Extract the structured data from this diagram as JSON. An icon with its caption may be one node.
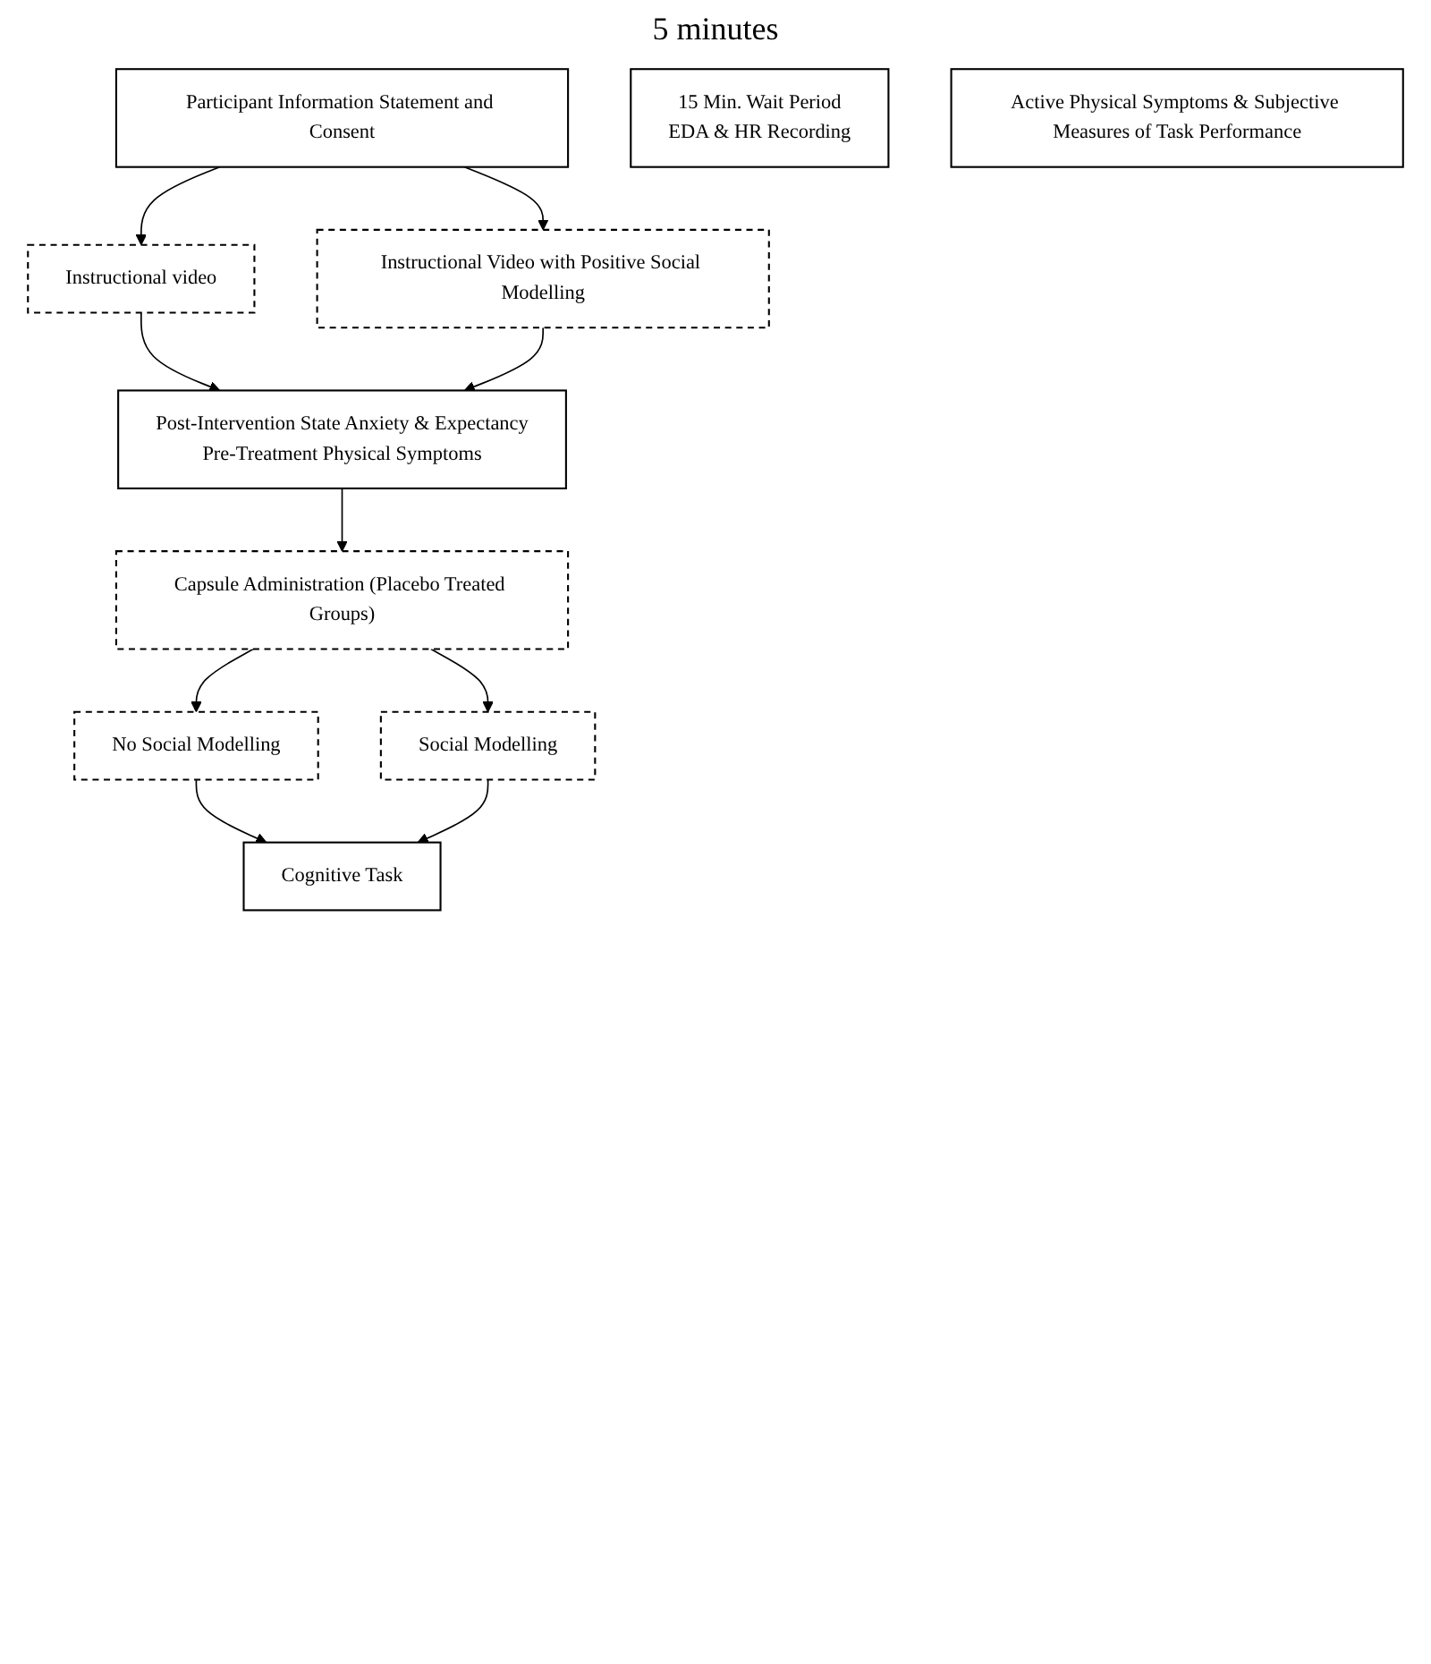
{
  "diagram": {
    "nodes": [
      {
        "text": [
          "Participant Information Statement and Consent"
        ]
      },
      {
        "text": [
          "Instructional video"
        ]
      },
      {
        "text": [
          "Instructional Video with Positive Social Modelling"
        ]
      },
      {
        "text": [
          "Post-Intervention State Anxiety & Expectancy",
          "Pre-Treatment Physical Symptoms"
        ]
      },
      {
        "text": [
          "Capsule Administration (Placebo Treated Groups)"
        ]
      },
      {
        "text": [
          "No Social Modelling"
        ]
      },
      {
        "text": [
          "Social Modelling"
        ]
      },
      {
        "text": [
          "15 Min. Wait Period",
          "EDA & HR Recording"
        ]
      },
      {
        "text": [
          "Cognitive Task"
        ]
      },
      {
        "text": [
          "Active Physical Symptoms & Subjective Measures of Task Performance"
        ]
      }
    ],
    "edges": [
      {
        "from": 0,
        "to": 1,
        "arrow": "to"
      },
      {
        "from": 0,
        "to": 2,
        "arrow": "to"
      },
      {
        "from": 1,
        "to": 3,
        "arrow": "to"
      },
      {
        "from": 2,
        "to": 3,
        "arrow": "to"
      },
      {
        "from": 3,
        "to": 4,
        "arrow": "to"
      },
      {
        "from": 4,
        "to": 5,
        "arrow": "to"
      },
      {
        "from": 4,
        "to": 6,
        "arrow": "to"
      },
      {
        "from": 5,
        "to": 8,
        "arrow": "to"
      },
      {
        "from": 6,
        "to": 8,
        "arrow": "to"
      }
    ],
    "labels": [
      "5 minutes"
    ]
  }
}
